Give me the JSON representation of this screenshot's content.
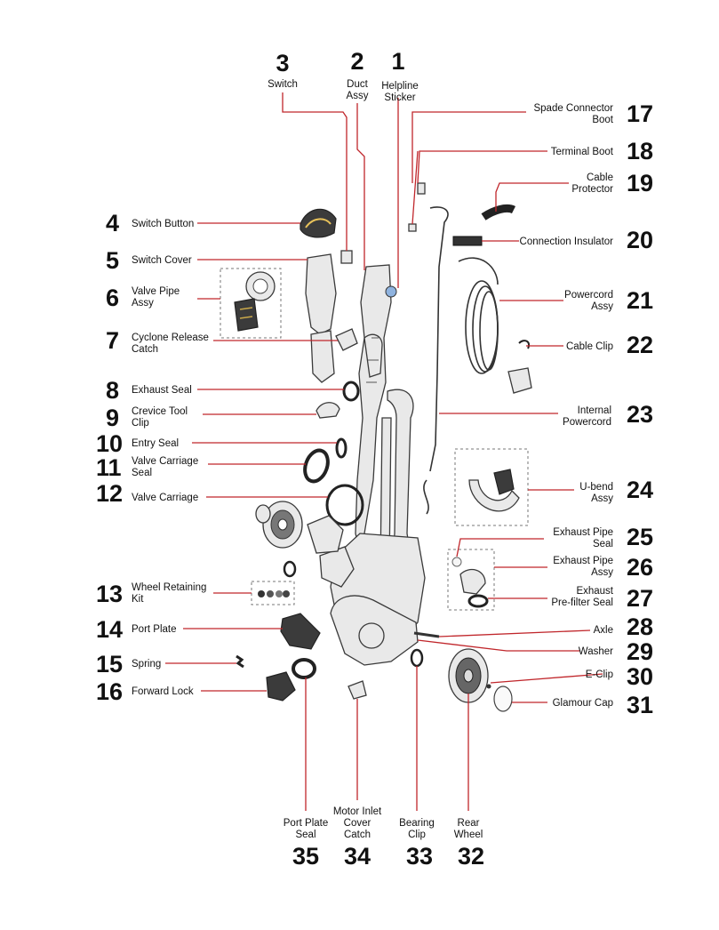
{
  "parts": [
    {
      "number": "1",
      "label_lines": [
        "Helpline",
        "Sticker"
      ]
    },
    {
      "number": "2",
      "label_lines": [
        "Duct",
        "Assy"
      ]
    },
    {
      "number": "3",
      "label_lines": [
        "Switch"
      ]
    },
    {
      "number": "4",
      "label_lines": [
        "Switch Button"
      ]
    },
    {
      "number": "5",
      "label_lines": [
        "Switch Cover"
      ]
    },
    {
      "number": "6",
      "label_lines": [
        "Valve Pipe",
        "Assy"
      ]
    },
    {
      "number": "7",
      "label_lines": [
        "Cyclone Release",
        "Catch"
      ]
    },
    {
      "number": "8",
      "label_lines": [
        "Exhaust Seal"
      ]
    },
    {
      "number": "9",
      "label_lines": [
        "Crevice Tool",
        "Clip"
      ]
    },
    {
      "number": "10",
      "label_lines": [
        "Entry Seal"
      ]
    },
    {
      "number": "11",
      "label_lines": [
        "Valve Carriage",
        "Seal"
      ]
    },
    {
      "number": "12",
      "label_lines": [
        "Valve Carriage"
      ]
    },
    {
      "number": "13",
      "label_lines": [
        "Wheel Retaining",
        "Kit"
      ]
    },
    {
      "number": "14",
      "label_lines": [
        "Port Plate"
      ]
    },
    {
      "number": "15",
      "label_lines": [
        "Spring"
      ]
    },
    {
      "number": "16",
      "label_lines": [
        "Forward Lock"
      ]
    },
    {
      "number": "17",
      "label_lines": [
        "Spade Connector",
        "Boot"
      ]
    },
    {
      "number": "18",
      "label_lines": [
        "Terminal Boot"
      ]
    },
    {
      "number": "19",
      "label_lines": [
        "Cable",
        "Protector"
      ]
    },
    {
      "number": "20",
      "label_lines": [
        "Connection Insulator"
      ]
    },
    {
      "number": "21",
      "label_lines": [
        "Powercord",
        "Assy"
      ]
    },
    {
      "number": "22",
      "label_lines": [
        "Cable Clip"
      ]
    },
    {
      "number": "23",
      "label_lines": [
        "Internal",
        "Powercord"
      ]
    },
    {
      "number": "24",
      "label_lines": [
        "U-bend",
        "Assy"
      ]
    },
    {
      "number": "25",
      "label_lines": [
        "Exhaust Pipe",
        "Seal"
      ]
    },
    {
      "number": "26",
      "label_lines": [
        "Exhaust Pipe",
        "Assy"
      ]
    },
    {
      "number": "27",
      "label_lines": [
        "Exhaust",
        "Pre-filter Seal"
      ]
    },
    {
      "number": "28",
      "label_lines": [
        "Axle"
      ]
    },
    {
      "number": "29",
      "label_lines": [
        "Washer"
      ]
    },
    {
      "number": "30",
      "label_lines": [
        "E-Clip"
      ]
    },
    {
      "number": "31",
      "label_lines": [
        "Glamour Cap"
      ]
    },
    {
      "number": "32",
      "label_lines": [
        "Rear",
        "Wheel"
      ]
    },
    {
      "number": "33",
      "label_lines": [
        "Bearing",
        "Clip"
      ]
    },
    {
      "number": "34",
      "label_lines": [
        "Motor Inlet",
        "Cover",
        "Catch"
      ]
    },
    {
      "number": "35",
      "label_lines": [
        "Port Plate",
        "Seal"
      ]
    }
  ],
  "colors": {
    "leader": "#c0262b",
    "text": "#111111",
    "part_fill": "#e9e9e9",
    "part_stroke": "#3a3a3a"
  }
}
